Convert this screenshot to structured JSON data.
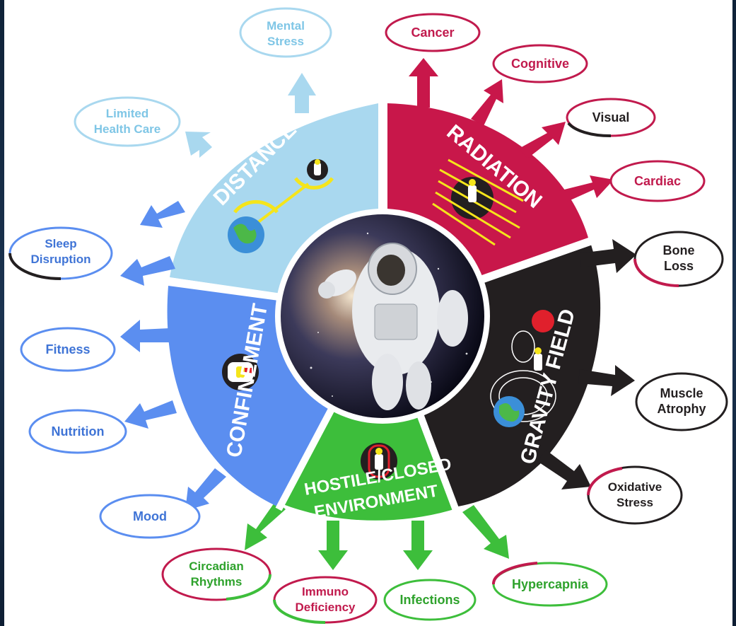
{
  "colors": {
    "distance": "#a9d8ef",
    "radiation": "#c8174a",
    "gravity": "#231f20",
    "hostile": "#3dbe3b",
    "confinement": "#5b8ef0",
    "label_distance": "#7fc6e6",
    "label_confinement": "#3f74d6",
    "label_outline_red": "#c11a4d"
  },
  "center": {
    "icon": "astronaut-spacewalk-photo"
  },
  "sectors": [
    {
      "id": "distance",
      "title": "DISTANCE",
      "icon": "earth-to-astronaut-tether-icon"
    },
    {
      "id": "radiation",
      "title": "RADIATION",
      "icon": "radiation-rays-astronaut-icon"
    },
    {
      "id": "gravity",
      "title": "GRAVITY FIELD",
      "icon": "gravity-planets-astronaut-icon"
    },
    {
      "id": "hostile",
      "title_line1": "HOSTILE/CLOSED",
      "title_line2": "ENVIRONMENT",
      "icon": "capsule-astronaut-icon"
    },
    {
      "id": "confinement",
      "title": "CONFINEMENT",
      "icon": "confined-astronaut-icon"
    }
  ],
  "labels": {
    "mental_stress": {
      "line1": "Mental",
      "line2": "Stress"
    },
    "limited_health_care": {
      "line1": "Limited",
      "line2": "Health Care"
    },
    "cancer": {
      "text": "Cancer"
    },
    "cognitive": {
      "text": "Cognitive"
    },
    "visual": {
      "text": "Visual"
    },
    "cardiac": {
      "text": "Cardiac"
    },
    "bone_loss": {
      "line1": "Bone",
      "line2": "Loss"
    },
    "muscle_atrophy": {
      "line1": "Muscle",
      "line2": "Atrophy"
    },
    "oxidative_stress": {
      "line1": "Oxidative",
      "line2": "Stress"
    },
    "hypercapnia": {
      "text": "Hypercapnia"
    },
    "infections": {
      "text": "Infections"
    },
    "immuno_deficiency": {
      "line1": "Immuno",
      "line2": "Deficiency"
    },
    "circadian_rhythms": {
      "line1": "Circadian",
      "line2": "Rhythms"
    },
    "mood": {
      "text": "Mood"
    },
    "nutrition": {
      "text": "Nutrition"
    },
    "fitness": {
      "text": "Fitness"
    },
    "sleep_disruption": {
      "line1": "Sleep",
      "line2": "Disruption"
    }
  }
}
